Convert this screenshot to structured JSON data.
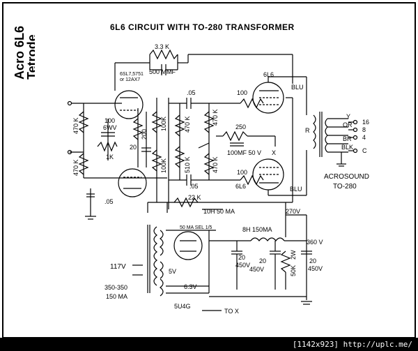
{
  "sidebar": {
    "line1": "Acro 6L6",
    "line2": "Tetrode"
  },
  "title": "6L6 CIRCUIT WITH TO-280 TRANSFORMER",
  "labels": {
    "fb_res": "3.3 K",
    "fb_cap": "500 MMF",
    "pre_tube": "6SL7,5751",
    "pre_tube2": "or 12AX7",
    "tube_top": "6L6",
    "tube_bot": "6L6",
    "c05_top": ".05",
    "c05_mid": ".05",
    "c05_bot": ".05",
    "r100_top": "100",
    "r100_bot": "100",
    "blu_top": "BLU",
    "blu_bot": "BLU",
    "r470k_a": "470 K",
    "r470k_b": "470 K",
    "r470k_c": "470 K",
    "r470k_d": "470 K",
    "r470k_e": "470 K",
    "c100_6wv": "100",
    "c100_6wv_b": "6WV",
    "r200": "200",
    "r100k_a": "100K",
    "r100k_b": "100K",
    "r1k": "1K",
    "c20": "20",
    "r510k": "510 K",
    "r250": "250",
    "c100mf": "100MF 50 V",
    "x_mark": "X",
    "tap_r": "R",
    "tap_y": "Y",
    "tap_or": "OR",
    "tap_br": "BR",
    "tap_blk": "BLK",
    "sec_16": "16",
    "sec_8": "8",
    "sec_4": "4",
    "sec_c": "C",
    "xfmr1": "ACROSOUND",
    "xfmr2": "TO-280",
    "r22k": "22 K",
    "choke10": "10H 50 MA",
    "v270": "270V",
    "rect_lbl": "50 MA SEL 1/5",
    "choke8": "8H 150MA",
    "v360": "360 V",
    "c20a": "20",
    "c20a_v": "450V",
    "c20b": "20",
    "c20b_v": "450V",
    "c20c": "20",
    "c20c_v": "450V",
    "r50k": "50K",
    "r2w": "2W",
    "ac117": "117V",
    "v5": "5V",
    "v63": "6.3V",
    "hv": "350-350",
    "ma150": "150 MA",
    "tube5u4": "5U4G",
    "tox": "TO X"
  },
  "footer": "[1142x923] http://uplc.me/"
}
